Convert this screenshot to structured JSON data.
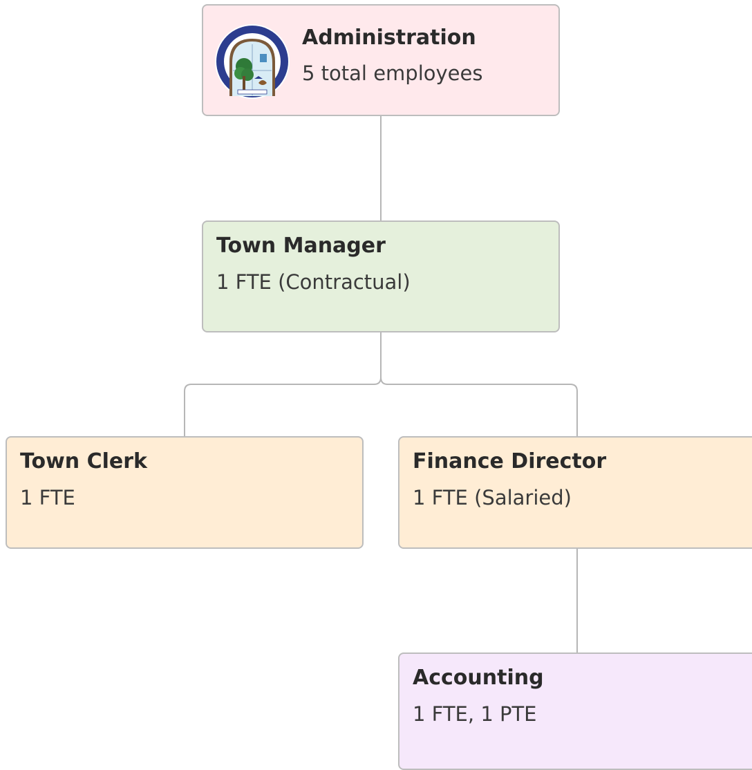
{
  "colors": {
    "administration_fill": "#ffe9ec",
    "manager_fill": "#e5f0dc",
    "department_fill": "#ffedd5",
    "accounting_fill": "#f6e8fb",
    "border": "#bdbdbd",
    "connector": "#b6b6b6",
    "text": "#2a2a2a"
  },
  "root": {
    "title": "Administration",
    "subtitle": "5 total employees",
    "logo": "town-seal"
  },
  "manager": {
    "title": "Town Manager",
    "subtitle": "1 FTE (Contractual)"
  },
  "clerk": {
    "title": "Town Clerk",
    "subtitle": "1 FTE"
  },
  "finance": {
    "title": "Finance Director",
    "subtitle": "1 FTE (Salaried)"
  },
  "accounting": {
    "title": "Accounting",
    "subtitle": "1 FTE, 1 PTE"
  }
}
